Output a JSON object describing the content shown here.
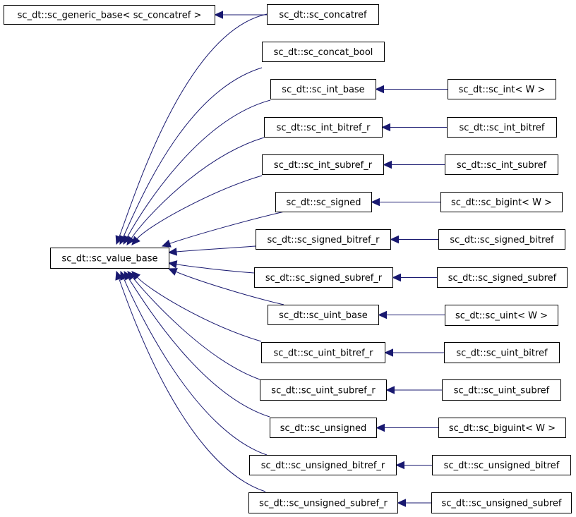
{
  "diagram": {
    "type": "inheritance-graph",
    "edge_color": "#191970",
    "nodes": [
      {
        "id": "gb",
        "label": "sc_dt::sc_generic_base< sc_concatref >"
      },
      {
        "id": "cr",
        "label": "sc_dt::sc_concatref"
      },
      {
        "id": "vb",
        "label": "sc_dt::sc_value_base"
      },
      {
        "id": "cb",
        "label": "sc_dt::sc_concat_bool"
      },
      {
        "id": "ib",
        "label": "sc_dt::sc_int_base"
      },
      {
        "id": "ibr",
        "label": "sc_dt::sc_int_bitref_r"
      },
      {
        "id": "isr",
        "label": "sc_dt::sc_int_subref_r"
      },
      {
        "id": "sg",
        "label": "sc_dt::sc_signed"
      },
      {
        "id": "sbr",
        "label": "sc_dt::sc_signed_bitref_r"
      },
      {
        "id": "ssr",
        "label": "sc_dt::sc_signed_subref_r"
      },
      {
        "id": "ub",
        "label": "sc_dt::sc_uint_base"
      },
      {
        "id": "ubr",
        "label": "sc_dt::sc_uint_bitref_r"
      },
      {
        "id": "usr",
        "label": "sc_dt::sc_uint_subref_r"
      },
      {
        "id": "us",
        "label": "sc_dt::sc_unsigned"
      },
      {
        "id": "unbr",
        "label": "sc_dt::sc_unsigned_bitref_r"
      },
      {
        "id": "unsr",
        "label": "sc_dt::sc_unsigned_subref_r"
      },
      {
        "id": "iw",
        "label": "sc_dt::sc_int< W >"
      },
      {
        "id": "ibt",
        "label": "sc_dt::sc_int_bitref"
      },
      {
        "id": "ist",
        "label": "sc_dt::sc_int_subref"
      },
      {
        "id": "bi",
        "label": "sc_dt::sc_bigint< W >"
      },
      {
        "id": "sbt",
        "label": "sc_dt::sc_signed_bitref"
      },
      {
        "id": "sst",
        "label": "sc_dt::sc_signed_subref"
      },
      {
        "id": "uw",
        "label": "sc_dt::sc_uint< W >"
      },
      {
        "id": "ubt",
        "label": "sc_dt::sc_uint_bitref"
      },
      {
        "id": "ust",
        "label": "sc_dt::sc_uint_subref"
      },
      {
        "id": "bu",
        "label": "sc_dt::sc_biguint< W >"
      },
      {
        "id": "unbt",
        "label": "sc_dt::sc_unsigned_bitref"
      },
      {
        "id": "unst",
        "label": "sc_dt::sc_unsigned_subref"
      }
    ],
    "edges": [
      {
        "from": "cr",
        "to": "gb"
      },
      {
        "from": "cr",
        "to": "vb"
      },
      {
        "from": "cb",
        "to": "vb"
      },
      {
        "from": "ib",
        "to": "vb"
      },
      {
        "from": "ibr",
        "to": "vb"
      },
      {
        "from": "isr",
        "to": "vb"
      },
      {
        "from": "sg",
        "to": "vb"
      },
      {
        "from": "sbr",
        "to": "vb"
      },
      {
        "from": "ssr",
        "to": "vb"
      },
      {
        "from": "ub",
        "to": "vb"
      },
      {
        "from": "ubr",
        "to": "vb"
      },
      {
        "from": "usr",
        "to": "vb"
      },
      {
        "from": "us",
        "to": "vb"
      },
      {
        "from": "unbr",
        "to": "vb"
      },
      {
        "from": "unsr",
        "to": "vb"
      },
      {
        "from": "iw",
        "to": "ib"
      },
      {
        "from": "ibt",
        "to": "ibr"
      },
      {
        "from": "ist",
        "to": "isr"
      },
      {
        "from": "bi",
        "to": "sg"
      },
      {
        "from": "sbt",
        "to": "sbr"
      },
      {
        "from": "sst",
        "to": "ssr"
      },
      {
        "from": "uw",
        "to": "ub"
      },
      {
        "from": "ubt",
        "to": "ubr"
      },
      {
        "from": "ust",
        "to": "usr"
      },
      {
        "from": "bu",
        "to": "us"
      },
      {
        "from": "unbt",
        "to": "unbr"
      },
      {
        "from": "unst",
        "to": "unsr"
      }
    ]
  }
}
